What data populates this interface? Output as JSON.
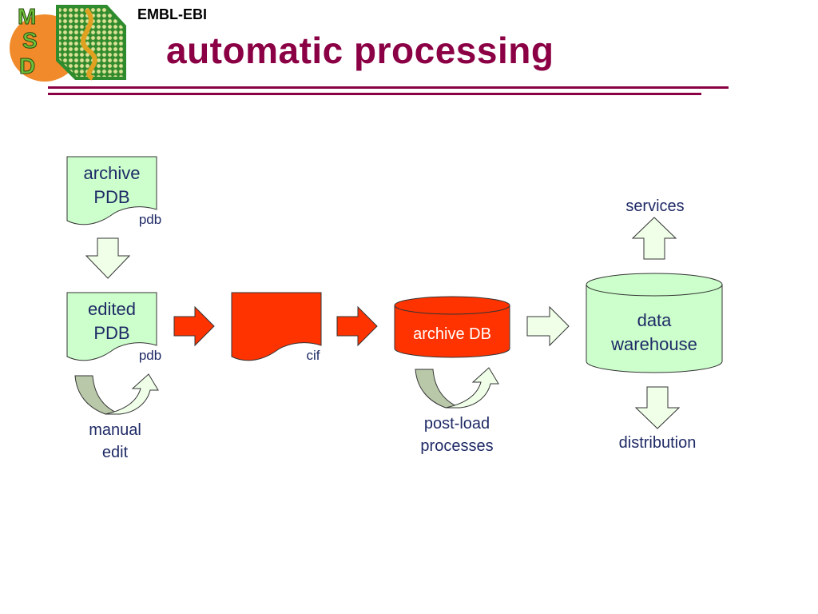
{
  "header": {
    "org": "EMBL-EBI",
    "title": "automatic processing",
    "logo_text": "MSD"
  },
  "diagram": {
    "archive_pdb": {
      "line1": "archive",
      "line2": "PDB",
      "tag": "pdb"
    },
    "edited_pdb": {
      "line1": "edited",
      "line2": "PDB",
      "tag": "pdb"
    },
    "cif_doc": {
      "tag": "cif"
    },
    "archive_db": {
      "label": "archive DB"
    },
    "data_warehouse": {
      "line1": "data",
      "line2": "warehouse"
    },
    "services": "services",
    "distribution": "distribution",
    "manual_edit": {
      "line1": "manual",
      "line2": "edit"
    },
    "post_load": {
      "line1": "post-load",
      "line2": "processes"
    }
  },
  "colors": {
    "title": "#8b0045",
    "doc_fill": "#ccffcc",
    "red_fill": "#ff3300",
    "arrow_fill": "#efffe8",
    "label_text": "#1f2a66"
  }
}
